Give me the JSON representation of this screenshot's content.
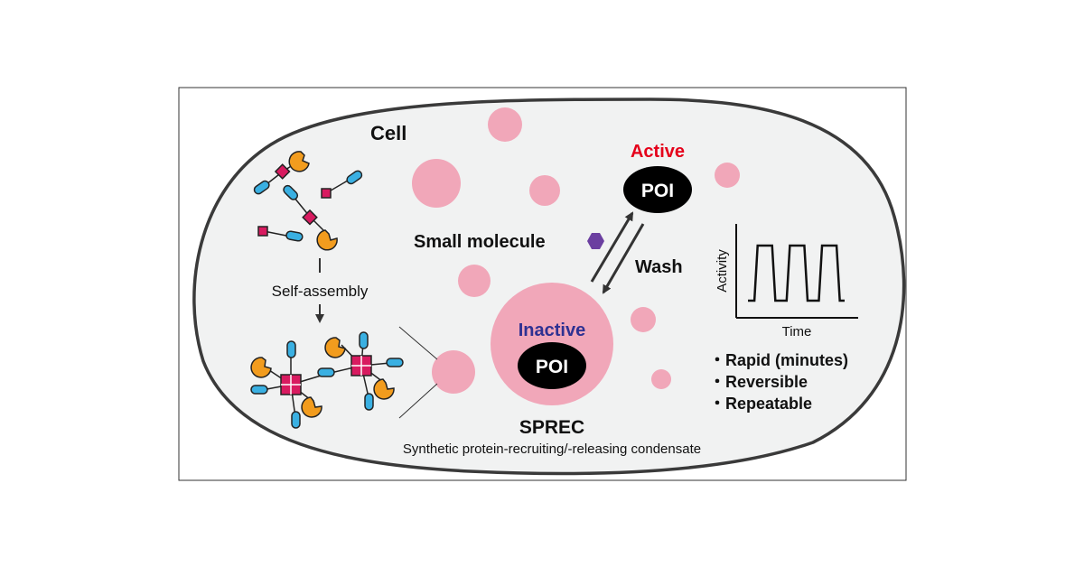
{
  "labels": {
    "cell": "Cell",
    "active": "Active",
    "poi_active": "POI",
    "small_molecule": "Small molecule",
    "wash": "Wash",
    "self_assembly": "Self-assembly",
    "inactive": "Inactive",
    "poi_inactive": "POI",
    "sprec": "SPREC",
    "sprec_full": "Synthetic protein-recruiting/-releasing condensate"
  },
  "plot": {
    "y_label": "Activity",
    "x_label": "Time",
    "pulses": 3
  },
  "properties": [
    "・Rapid (minutes)",
    "・Reversible",
    "・Repeatable"
  ],
  "colors": {
    "droplet": "#f1a7b9",
    "cell_fill": "#f1f2f2",
    "outline": "#3a3a3a",
    "poi_fill": "#000000",
    "active_text": "#e5001a",
    "inactive_text": "#2e3192",
    "hexagon": "#6b3fa0",
    "linker_square": "#d81b60",
    "binder_orange": "#f29c1e",
    "tag_blue": "#3ab0e2"
  }
}
